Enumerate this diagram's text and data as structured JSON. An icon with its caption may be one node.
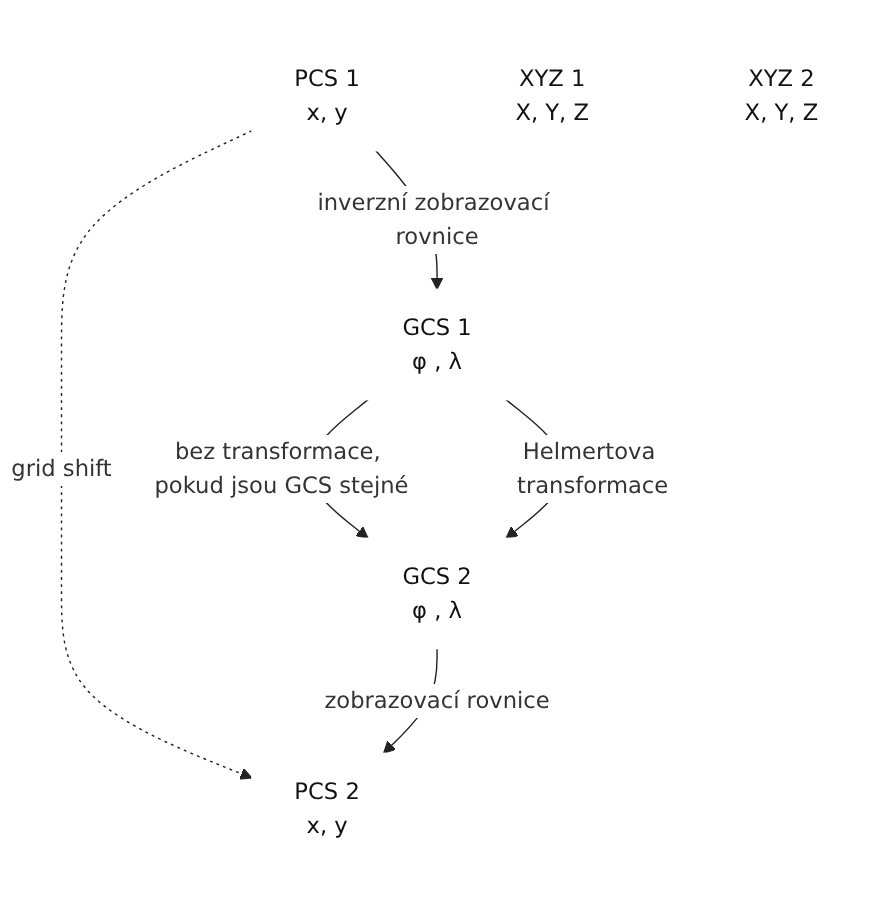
{
  "diagram": {
    "nodes": [
      {
        "text": [
          "PCS 1",
          "x, y"
        ]
      },
      {
        "text": [
          "PCS 2",
          "x, y"
        ]
      },
      {
        "text": [
          "GCS 1",
          "φ , λ"
        ]
      },
      {
        "text": [
          "GCS 2",
          "φ , λ"
        ]
      },
      {
        "text": [
          "XYZ 1",
          "X, Y, Z"
        ]
      },
      {
        "text": [
          "XYZ 2",
          "X, Y, Z"
        ]
      }
    ],
    "edges": [
      {
        "from": 0,
        "to": 1,
        "arrow": "to",
        "label": "grid shift",
        "style": "dashed"
      },
      {
        "from": 0,
        "to": 2,
        "arrow": "to",
        "label": "inverzní zobrazovací rovnice"
      },
      {
        "from": 3,
        "to": 1,
        "arrow": "to",
        "label": "zobrazovací rovnice"
      },
      {
        "from": 2,
        "to": 3,
        "arrow": "to",
        "label": "bez transformace, pokud jsou GCS stejné"
      },
      {
        "from": 2,
        "to": 3,
        "arrow": "to",
        "label": "Helmertova transformace"
      }
    ]
  }
}
